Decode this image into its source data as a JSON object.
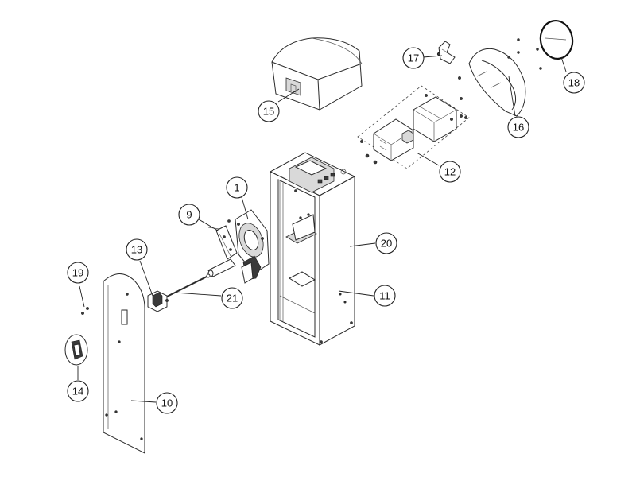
{
  "callouts": [
    {
      "id": "c1",
      "label": "1"
    },
    {
      "id": "c9",
      "label": "9"
    },
    {
      "id": "c10",
      "label": "10"
    },
    {
      "id": "c11",
      "label": "11"
    },
    {
      "id": "c12",
      "label": "12"
    },
    {
      "id": "c13",
      "label": "13"
    },
    {
      "id": "c14",
      "label": "14"
    },
    {
      "id": "c15",
      "label": "15"
    },
    {
      "id": "c16",
      "label": "16"
    },
    {
      "id": "c17",
      "label": "17"
    },
    {
      "id": "c18",
      "label": "18"
    },
    {
      "id": "c19",
      "label": "19"
    },
    {
      "id": "c20",
      "label": "20"
    },
    {
      "id": "c21",
      "label": "21"
    }
  ]
}
